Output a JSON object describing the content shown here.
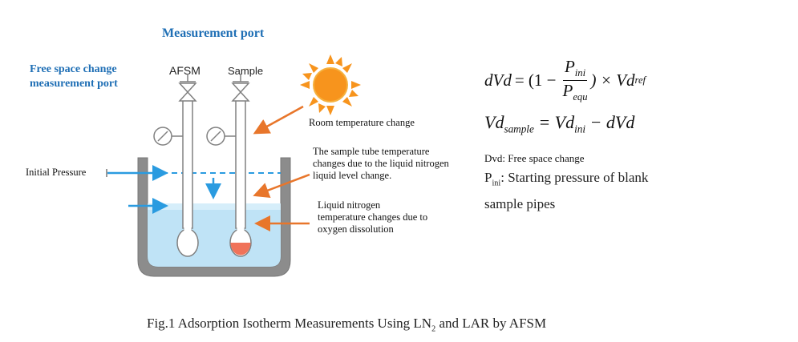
{
  "title": "Measurement port",
  "free_space_port": {
    "line1": "Free space change",
    "line2": "measurement port"
  },
  "labels": {
    "afsm": "AFSM",
    "sample": "Sample",
    "initial_pressure": "Initial Pressure",
    "room_temp": "Room temperature change",
    "tube_temp": [
      "The sample tube temperature",
      "changes due to the liquid nitrogen",
      "liquid level change."
    ],
    "ln2_temp": [
      "Liquid nitrogen",
      "temperature changes due to",
      "oxygen dissolution"
    ]
  },
  "equations": {
    "eq1": {
      "lhs": "dVd",
      "eq": "= (1 −",
      "num": "P",
      "num_sub": "ini",
      "den": "P",
      "den_sub": "equ",
      "rhs": ") × Vd",
      "rhs_sub": "ref"
    },
    "eq2": {
      "lhs": "Vd",
      "lhs_sub": "sample",
      "eq": "= Vd",
      "mid_sub": "ini",
      "rhs": "− dVd"
    }
  },
  "legend": {
    "dvd": "Dvd: Free space change",
    "pini_sym": "P",
    "pini_sub": "ini",
    "pini_text1": ": Starting pressure of blank",
    "pini_text2": "sample pipes"
  },
  "caption": {
    "prefix": "Fig.1 Adsorption Isotherm Measurements Using LN",
    "sub": "2",
    "suffix": " and LAR by AFSM"
  },
  "colors": {
    "blue": "#1f6fb5",
    "arrow_blue": "#2a9be0",
    "orange": "#e8762b",
    "gray": "#808080",
    "liquid": "#bfe3f6",
    "sample_fill": "#f0735a",
    "sun": "#f7941d"
  }
}
